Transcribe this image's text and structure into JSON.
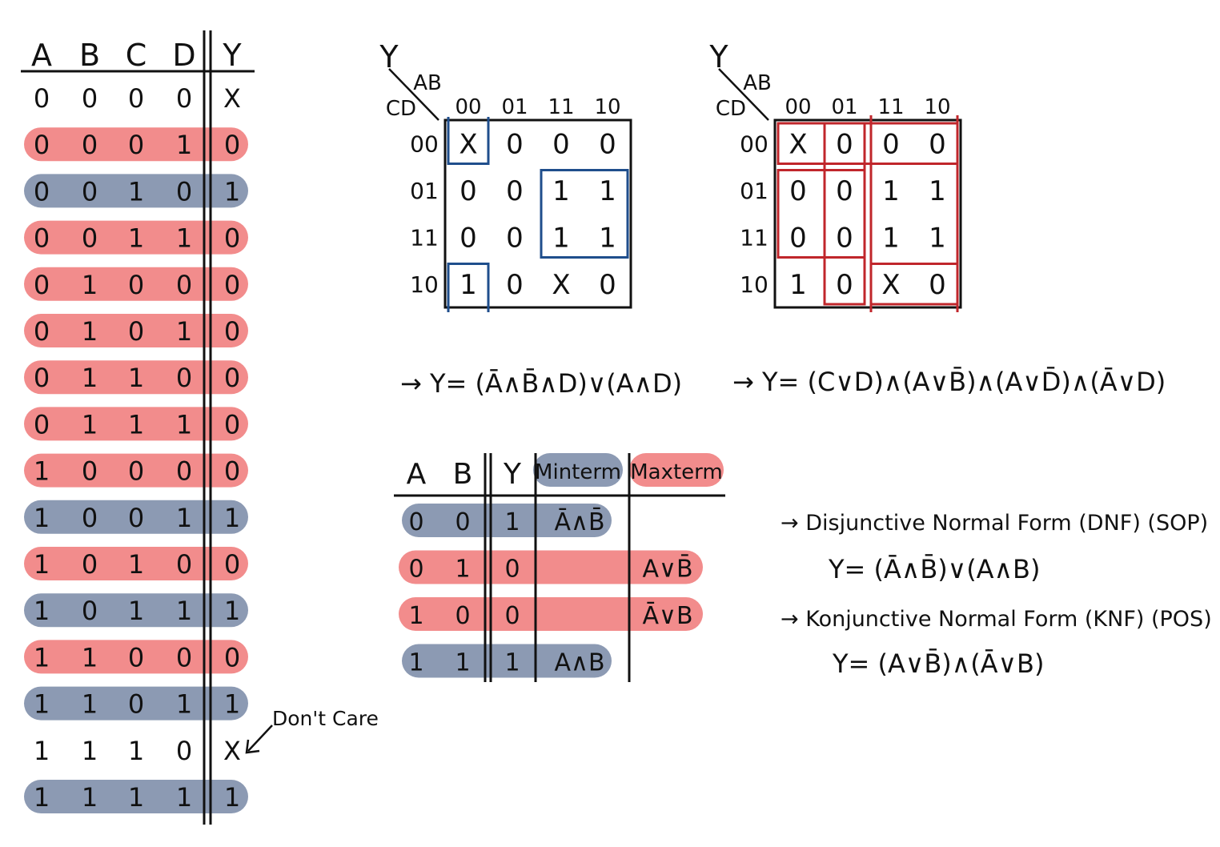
{
  "colors": {
    "red": "#f28c8c",
    "blue": "#8c9ab3",
    "ink": "#111111",
    "kmap_min": "#1f4e8c",
    "kmap_max": "#c0262b"
  },
  "truth_table": {
    "headers": [
      "A",
      "B",
      "C",
      "D",
      "Y"
    ],
    "rows": [
      {
        "a": "0",
        "b": "0",
        "c": "0",
        "d": "0",
        "y": "X",
        "hl": "none"
      },
      {
        "a": "0",
        "b": "0",
        "c": "0",
        "d": "1",
        "y": "0",
        "hl": "red"
      },
      {
        "a": "0",
        "b": "0",
        "c": "1",
        "d": "0",
        "y": "1",
        "hl": "blue"
      },
      {
        "a": "0",
        "b": "0",
        "c": "1",
        "d": "1",
        "y": "0",
        "hl": "red"
      },
      {
        "a": "0",
        "b": "1",
        "c": "0",
        "d": "0",
        "y": "0",
        "hl": "red"
      },
      {
        "a": "0",
        "b": "1",
        "c": "0",
        "d": "1",
        "y": "0",
        "hl": "red"
      },
      {
        "a": "0",
        "b": "1",
        "c": "1",
        "d": "0",
        "y": "0",
        "hl": "red"
      },
      {
        "a": "0",
        "b": "1",
        "c": "1",
        "d": "1",
        "y": "0",
        "hl": "red"
      },
      {
        "a": "1",
        "b": "0",
        "c": "0",
        "d": "0",
        "y": "0",
        "hl": "red"
      },
      {
        "a": "1",
        "b": "0",
        "c": "0",
        "d": "1",
        "y": "1",
        "hl": "blue"
      },
      {
        "a": "1",
        "b": "0",
        "c": "1",
        "d": "0",
        "y": "0",
        "hl": "red"
      },
      {
        "a": "1",
        "b": "0",
        "c": "1",
        "d": "1",
        "y": "1",
        "hl": "blue"
      },
      {
        "a": "1",
        "b": "1",
        "c": "0",
        "d": "0",
        "y": "0",
        "hl": "red"
      },
      {
        "a": "1",
        "b": "1",
        "c": "0",
        "d": "1",
        "y": "1",
        "hl": "blue"
      },
      {
        "a": "1",
        "b": "1",
        "c": "1",
        "d": "0",
        "y": "X",
        "hl": "none"
      },
      {
        "a": "1",
        "b": "1",
        "c": "1",
        "d": "1",
        "y": "1",
        "hl": "blue"
      }
    ],
    "annotation": "Don't Care"
  },
  "kmaps": [
    {
      "y_label": "Y",
      "row_var": "CD",
      "col_var": "AB",
      "col_labels": [
        "00",
        "01",
        "11",
        "10"
      ],
      "row_labels": [
        "00",
        "01",
        "11",
        "10"
      ],
      "cells": [
        [
          "X",
          "0",
          "0",
          "0"
        ],
        [
          "0",
          "0",
          "1",
          "1"
        ],
        [
          "0",
          "0",
          "1",
          "1"
        ],
        [
          "1",
          "0",
          "X",
          "0"
        ]
      ],
      "groups": [
        {
          "r0": 0,
          "c0": 0,
          "r1": 0,
          "c1": 0,
          "kind": "wrap-v"
        },
        {
          "r0": 3,
          "c0": 0,
          "r1": 3,
          "c1": 0,
          "kind": "wrap-v"
        },
        {
          "r0": 1,
          "c0": 2,
          "r1": 2,
          "c1": 3,
          "kind": "box"
        }
      ],
      "group_color": "min",
      "formula_prefix": "→ Y= ",
      "formula": "(Ā∧B̄∧D)∨(A∧D)"
    },
    {
      "y_label": "Y",
      "row_var": "CD",
      "col_var": "AB",
      "col_labels": [
        "00",
        "01",
        "11",
        "10"
      ],
      "row_labels": [
        "00",
        "01",
        "11",
        "10"
      ],
      "cells": [
        [
          "X",
          "0",
          "0",
          "0"
        ],
        [
          "0",
          "0",
          "1",
          "1"
        ],
        [
          "0",
          "0",
          "1",
          "1"
        ],
        [
          "1",
          "0",
          "X",
          "0"
        ]
      ],
      "groups": [
        {
          "r0": 0,
          "c0": 0,
          "r1": 0,
          "c1": 3,
          "kind": "box"
        },
        {
          "r0": 0,
          "c0": 1,
          "r1": 3,
          "c1": 1,
          "kind": "box"
        },
        {
          "r0": 1,
          "c0": 0,
          "r1": 2,
          "c1": 1,
          "kind": "box"
        },
        {
          "r0": 0,
          "c0": 2,
          "r1": 3,
          "c1": 3,
          "kind": "wrap-v"
        },
        {
          "r0": 3,
          "c0": 2,
          "r1": 3,
          "c1": 3,
          "kind": "box"
        }
      ],
      "group_color": "max",
      "formula_prefix": "→ Y= ",
      "formula": "(C∨D)∧(A∨B̄)∧(A∨D̄)∧(Ā∨D)"
    }
  ],
  "small_table": {
    "headers": [
      "A",
      "B",
      "Y"
    ],
    "minterm_label": "Minterm",
    "maxterm_label": "Maxterm",
    "rows": [
      {
        "a": "0",
        "b": "0",
        "y": "1",
        "minterm": "Ā∧B̄",
        "maxterm": "",
        "hl": "blue"
      },
      {
        "a": "0",
        "b": "1",
        "y": "0",
        "minterm": "",
        "maxterm": "A∨B̄",
        "hl": "red"
      },
      {
        "a": "1",
        "b": "0",
        "y": "0",
        "minterm": "",
        "maxterm": "Ā∨B",
        "hl": "red"
      },
      {
        "a": "1",
        "b": "1",
        "y": "1",
        "minterm": "A∧B",
        "maxterm": "",
        "hl": "blue"
      }
    ]
  },
  "normal_forms": {
    "dnf_title": "→ Disjunctive Normal Form (DNF) (SOP)",
    "dnf_formula": "Y= (Ā∧B̄)∨(A∧B)",
    "knf_title": "→ Konjunctive Normal Form (KNF) (POS)",
    "knf_formula": "Y= (A∨B̄)∧(Ā∨B)"
  }
}
